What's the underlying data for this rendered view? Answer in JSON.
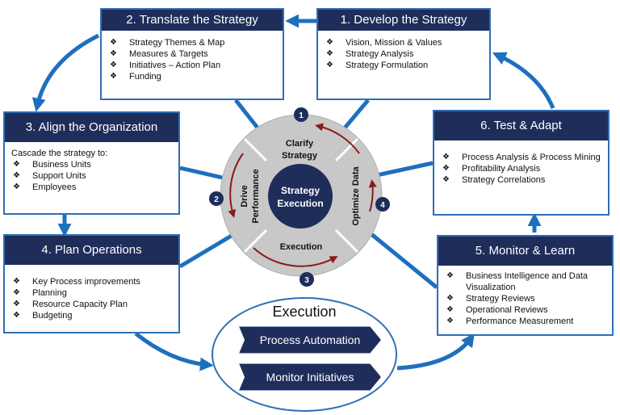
{
  "boxes": {
    "develop": {
      "title": "1. Develop the Strategy",
      "items": [
        "Vision, Mission & Values",
        "Strategy Analysis",
        "Strategy Formulation"
      ]
    },
    "translate": {
      "title": "2. Translate the Strategy",
      "items": [
        "Strategy Themes & Map",
        "Measures & Targets",
        "Initiatives – Action Plan",
        "Funding"
      ]
    },
    "align": {
      "title": "3. Align the Organization",
      "intro": "Cascade the strategy to:",
      "items": [
        "Business Units",
        "Support Units",
        "Employees"
      ]
    },
    "plan": {
      "title": "4. Plan Operations",
      "items": [
        "Key Process improvements",
        "Planning",
        "Resource Capacity Plan",
        "Budgeting"
      ]
    },
    "monitor": {
      "title": "5. Monitor & Learn",
      "items": [
        "Business Intelligence and Data Visualization",
        "Strategy Reviews",
        "Operational Reviews",
        "Performance Measurement"
      ]
    },
    "test": {
      "title": "6. Test & Adapt",
      "items": [
        "Process Analysis & Process Mining",
        "Profitability Analysis",
        "Strategy Correlations"
      ]
    }
  },
  "wheel": {
    "center": [
      "Strategy",
      "Execution"
    ],
    "top": [
      "Clarify",
      "Strategy"
    ],
    "left": [
      "Drive",
      "Performance"
    ],
    "bottom": "Execution",
    "right": "Optimize Data",
    "steps": [
      "1",
      "2",
      "3",
      "4"
    ]
  },
  "execution": {
    "title": "Execution",
    "chevrons": [
      "Process Automation",
      "Monitor Initiatives"
    ]
  },
  "colors": {
    "navy": "#1f2d5a",
    "border_blue": "#2f6fb6",
    "arrow_blue": "#1f6fbf",
    "wheel_gray": "#c8c8c8",
    "inner_arrow": "#8b1a1a"
  }
}
